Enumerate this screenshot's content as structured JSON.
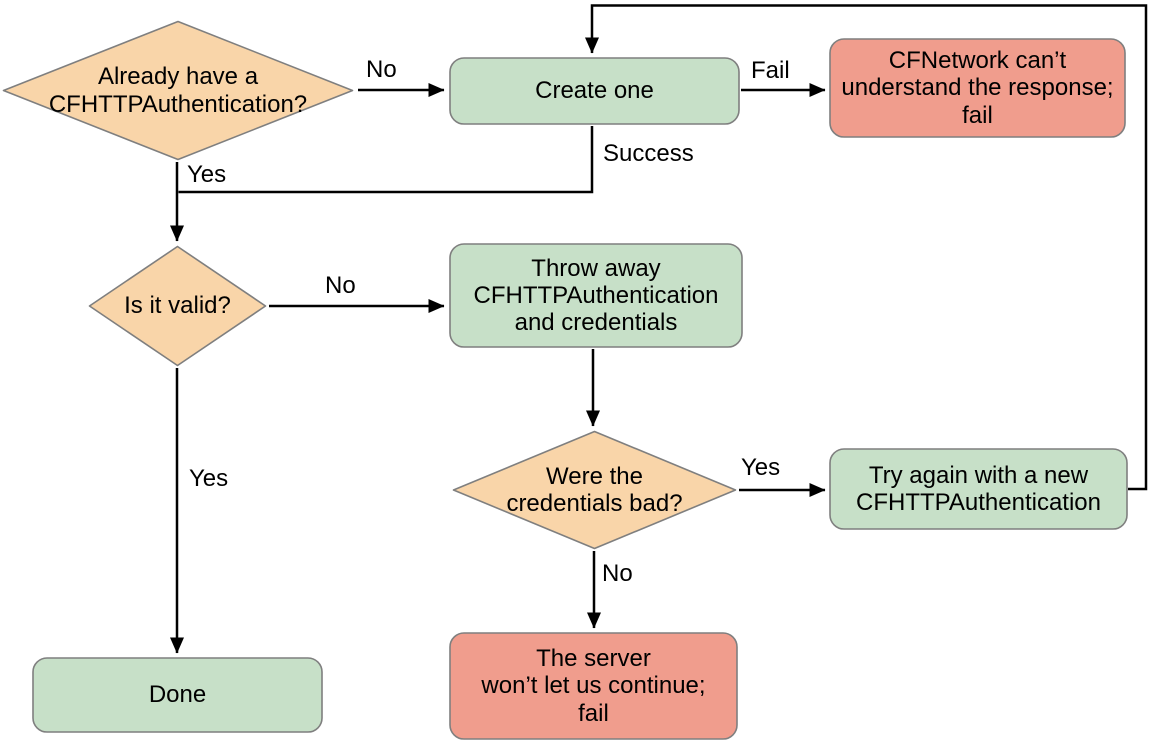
{
  "diagram": {
    "type": "flowchart",
    "topic": "CFHTTPAuthentication handling flow",
    "colors": {
      "decision_fill": "#F9D5A9",
      "process_fill": "#C7E0C8",
      "fail_fill": "#F09D8D",
      "shape_border": "#7F7F7F",
      "line": "#000000",
      "text": "#000000",
      "background": "#FFFFFF"
    },
    "nodes": {
      "already_have": {
        "type": "decision",
        "label": "Already have a\nCFHTTPAuthentication?"
      },
      "create_one": {
        "type": "process",
        "label": "Create one"
      },
      "cfnetwork_fail": {
        "type": "fail",
        "label": "CFNetwork can’t\nunderstand the response;\nfail"
      },
      "is_it_valid": {
        "type": "decision",
        "label": "Is it valid?"
      },
      "throw_away": {
        "type": "process",
        "label": "Throw away\nCFHTTPAuthentication\nand credentials"
      },
      "credentials_bad": {
        "type": "decision",
        "label": "Were the\ncredentials bad?"
      },
      "try_again": {
        "type": "process",
        "label": "Try again with a new\nCFHTTPAuthentication"
      },
      "server_fail": {
        "type": "fail",
        "label": "The server\nwon’t let us continue;\nfail"
      },
      "done": {
        "type": "process",
        "label": "Done"
      }
    },
    "edges": [
      {
        "from": "already_have",
        "to": "create_one",
        "label": "No"
      },
      {
        "from": "already_have",
        "to": "is_it_valid",
        "label": "Yes"
      },
      {
        "from": "create_one",
        "to": "cfnetwork_fail",
        "label": "Fail"
      },
      {
        "from": "create_one",
        "to": "is_it_valid",
        "label": "Success"
      },
      {
        "from": "is_it_valid",
        "to": "throw_away",
        "label": "No"
      },
      {
        "from": "is_it_valid",
        "to": "done",
        "label": "Yes"
      },
      {
        "from": "throw_away",
        "to": "credentials_bad",
        "label": ""
      },
      {
        "from": "credentials_bad",
        "to": "try_again",
        "label": "Yes"
      },
      {
        "from": "credentials_bad",
        "to": "server_fail",
        "label": "No"
      },
      {
        "from": "try_again",
        "to": "create_one",
        "label": ""
      }
    ]
  }
}
